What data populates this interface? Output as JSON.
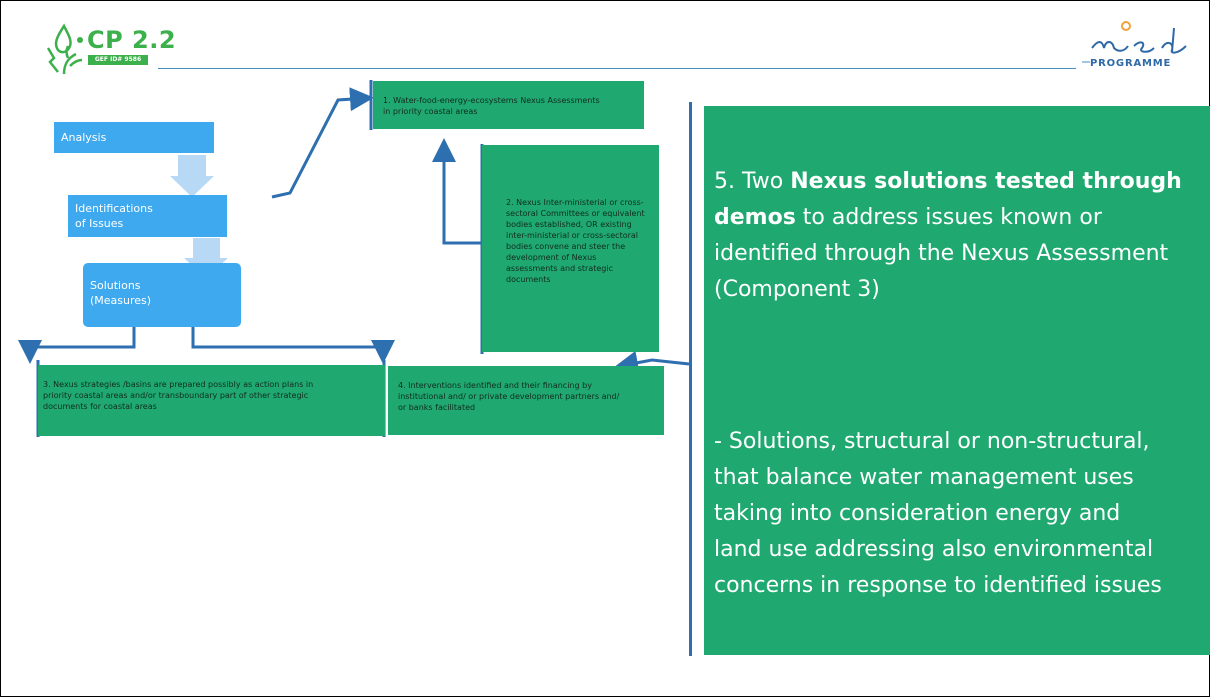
{
  "header": {
    "logo_title": "CP 2.2",
    "logo_badge": "GEF ID# 9586",
    "partner_logo": "med",
    "partner_subtitle": "PROGRAMME"
  },
  "flow": {
    "analysis": "Analysis",
    "issues_line1": "Identifications",
    "issues_line2": "of Issues",
    "solutions_line1": "Solutions",
    "solutions_line2": "(Measures)"
  },
  "boxes": {
    "box1_line1": "1. Water-food-energy-ecosystems Nexus Assessments",
    "box1_line2": "in priority coastal areas",
    "box2_lines": [
      "2. Nexus Inter-ministerial or cross-",
      "sectoral Committees or equivalent",
      "bodies established, OR existing",
      "inter-ministerial or cross-sectoral",
      "bodies convene and steer the",
      "development of Nexus",
      "assessments and strategic",
      "documents"
    ],
    "box3_lines": [
      "3. Nexus strategies /basins are prepared possibly as action plans in",
      "priority coastal areas and/or transboundary  part of other strategic",
      "documents for coastal areas"
    ],
    "box4_lines": [
      "4. Interventions identified and their financing by",
      "institutional and/ or private development partners and/",
      "or banks facilitated"
    ]
  },
  "panel": {
    "line1_a": "5. Two ",
    "line1_b": "Nexus solutions tested through",
    "line2_a": "demos",
    "line2_b": " to address issues known or",
    "line3": "identified through the Nexus Assessment",
    "line4": "(Component 3)",
    "para2_lines": [
      "- Solutions, structural or non-structural,",
      "that balance water management uses",
      "taking into consideration energy and",
      "land use addressing also environmental",
      "concerns in response to identified issues"
    ]
  },
  "colors": {
    "flow_blue": "#3fa9f0",
    "box_green": "#1fa970",
    "arrow_blue": "#2e6faf",
    "logo_green": "#3bb04b"
  }
}
